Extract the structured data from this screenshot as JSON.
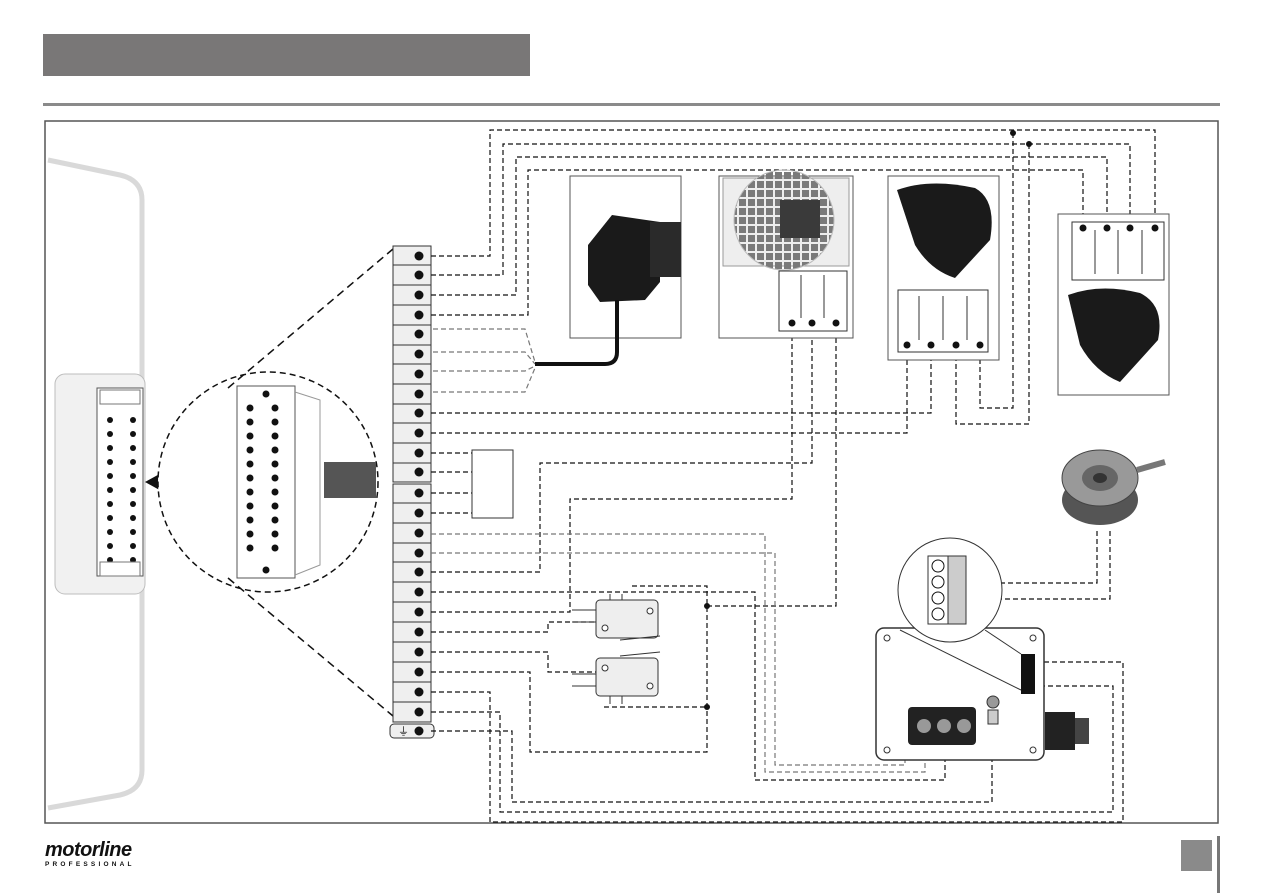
{
  "header": {
    "title_bar_color": "#797777",
    "rule_color": "#8a8a8a"
  },
  "diagram": {
    "description_icons": [
      "control-board-connector",
      "photocell-receiver",
      "photocell-transmitter",
      "flashing-light",
      "key-selector",
      "push-button",
      "limit-switch-open",
      "limit-switch-close",
      "motor-box",
      "antenna-coil"
    ],
    "ground_symbol": "⏚",
    "terminal_count": 25
  },
  "footer": {
    "brand": "motorline",
    "brand_sub": "PROFESSIONAL",
    "page_box_color": "#8a8a8a"
  }
}
